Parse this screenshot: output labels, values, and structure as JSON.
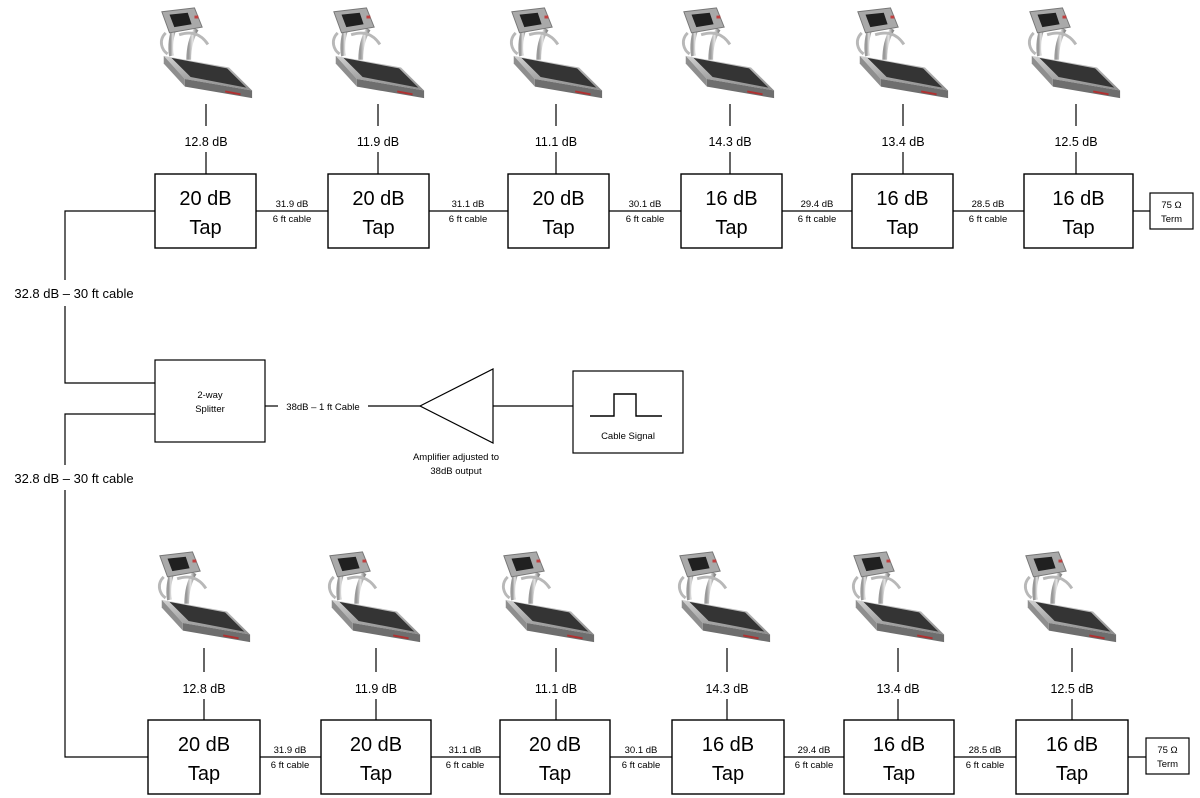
{
  "upper_chain": {
    "feed_label": "32.8 dB – 30 ft cable",
    "units": [
      {
        "level": "12.8 dB",
        "tap_value": "20 dB",
        "tap_word": "Tap"
      },
      {
        "level": "11.9 dB",
        "tap_value": "20 dB",
        "tap_word": "Tap"
      },
      {
        "level": "11.1 dB",
        "tap_value": "20 dB",
        "tap_word": "Tap"
      },
      {
        "level": "14.3 dB",
        "tap_value": "16 dB",
        "tap_word": "Tap"
      },
      {
        "level": "13.4 dB",
        "tap_value": "16 dB",
        "tap_word": "Tap"
      },
      {
        "level": "12.5 dB",
        "tap_value": "16 dB",
        "tap_word": "Tap"
      }
    ],
    "links": [
      {
        "level": "31.9 dB",
        "cable": "6 ft cable"
      },
      {
        "level": "31.1 dB",
        "cable": "6 ft cable"
      },
      {
        "level": "30.1 dB",
        "cable": "6 ft cable"
      },
      {
        "level": "29.4 dB",
        "cable": "6 ft cable"
      },
      {
        "level": "28.5 dB",
        "cable": "6 ft cable"
      }
    ],
    "terminator": {
      "line1": "75 Ω",
      "line2": "Term"
    }
  },
  "lower_chain": {
    "feed_label": "32.8 dB – 30 ft cable",
    "units": [
      {
        "level": "12.8 dB",
        "tap_value": "20 dB",
        "tap_word": "Tap"
      },
      {
        "level": "11.9 dB",
        "tap_value": "20 dB",
        "tap_word": "Tap"
      },
      {
        "level": "11.1 dB",
        "tap_value": "20 dB",
        "tap_word": "Tap"
      },
      {
        "level": "14.3 dB",
        "tap_value": "16 dB",
        "tap_word": "Tap"
      },
      {
        "level": "13.4 dB",
        "tap_value": "16 dB",
        "tap_word": "Tap"
      },
      {
        "level": "12.5 dB",
        "tap_value": "16 dB",
        "tap_word": "Tap"
      }
    ],
    "links": [
      {
        "level": "31.9 dB",
        "cable": "6 ft cable"
      },
      {
        "level": "31.1 dB",
        "cable": "6 ft cable"
      },
      {
        "level": "30.1 dB",
        "cable": "6 ft cable"
      },
      {
        "level": "29.4 dB",
        "cable": "6 ft cable"
      },
      {
        "level": "28.5 dB",
        "cable": "6 ft cable"
      }
    ],
    "terminator": {
      "line1": "75 Ω",
      "line2": "Term"
    }
  },
  "splitter": {
    "line1": "2-way",
    "line2": "Splitter"
  },
  "splitter_link": "38dB – 1 ft Cable",
  "amplifier": {
    "line1": "Amplifier adjusted to",
    "line2": "38dB output"
  },
  "signal_source": {
    "label": "Cable Signal"
  },
  "colors": {
    "line": "#000000",
    "box_fill": "#ffffff",
    "console": "#8a8a8a",
    "deck": "#3a3a3a",
    "accent": "#b03030"
  }
}
